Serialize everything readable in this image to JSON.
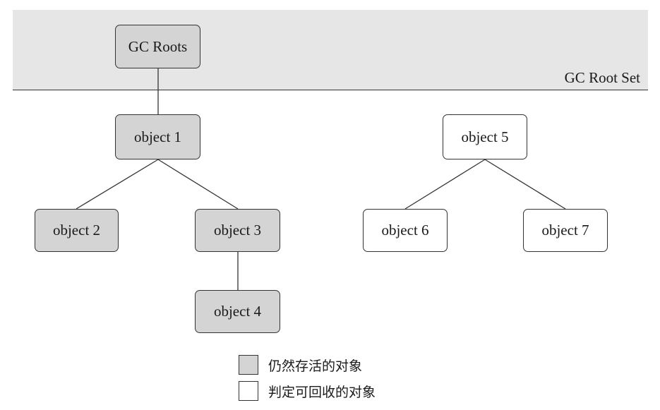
{
  "root_set": {
    "label": "GC Root Set"
  },
  "nodes": {
    "gc_roots": "GC Roots",
    "object1": "object 1",
    "object2": "object 2",
    "object3": "object 3",
    "object4": "object 4",
    "object5": "object 5",
    "object6": "object 6",
    "object7": "object 7"
  },
  "legend": {
    "alive": "仍然存活的对象",
    "collectable": "判定可回收的对象"
  },
  "colors": {
    "alive_fill": "#d4d4d4",
    "collectable_fill": "#ffffff",
    "root_band": "#e6e6e6"
  }
}
